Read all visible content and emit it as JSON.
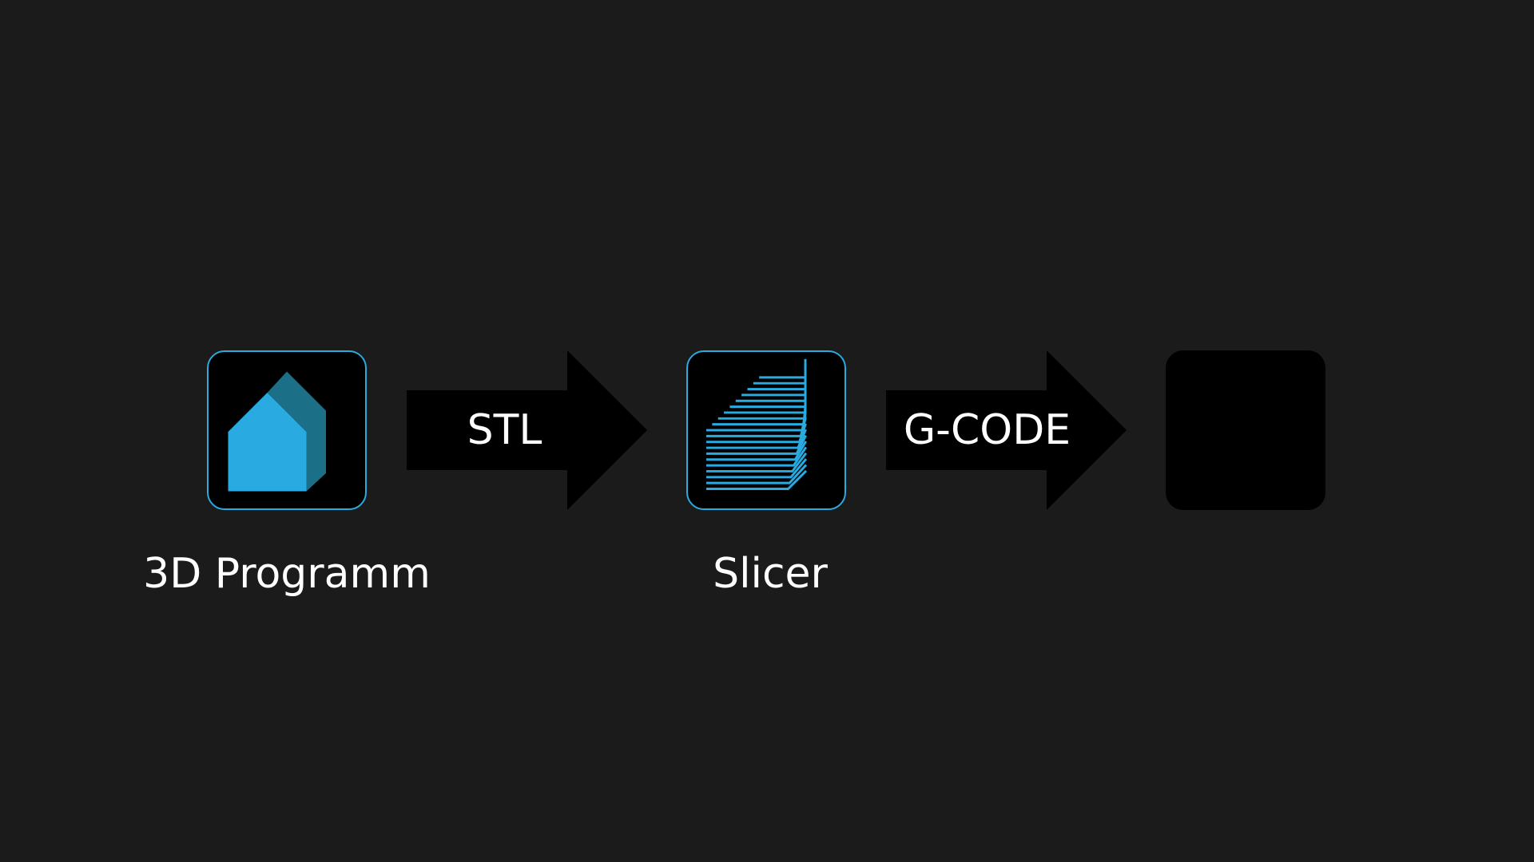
{
  "colors": {
    "background": "#1b1b1b",
    "tile": "#000000",
    "accent": "#29aae1",
    "accent_dark": "#1b6f87",
    "text": "#ffffff"
  },
  "nodes": [
    {
      "icon": "house-icon",
      "caption": "3D Programm",
      "highlighted": true
    },
    {
      "icon": "sliced-layers-icon",
      "caption": "Slicer",
      "highlighted": true
    },
    {
      "icon": "",
      "caption": "",
      "highlighted": false
    }
  ],
  "edges": [
    {
      "from": 0,
      "to": 1,
      "label": "STL"
    },
    {
      "from": 1,
      "to": 2,
      "label": "G-CODE"
    }
  ]
}
